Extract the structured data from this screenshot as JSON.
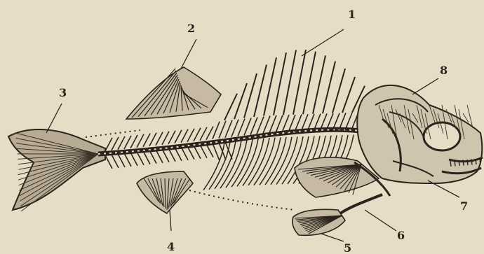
{
  "figure": {
    "labels": [
      "1",
      "2",
      "3",
      "4",
      "5",
      "6",
      "7",
      "8"
    ],
    "colors": {
      "paper": "#e7dcc6",
      "ink": "#2a241c",
      "ink_light": "#5a4e3e"
    }
  }
}
